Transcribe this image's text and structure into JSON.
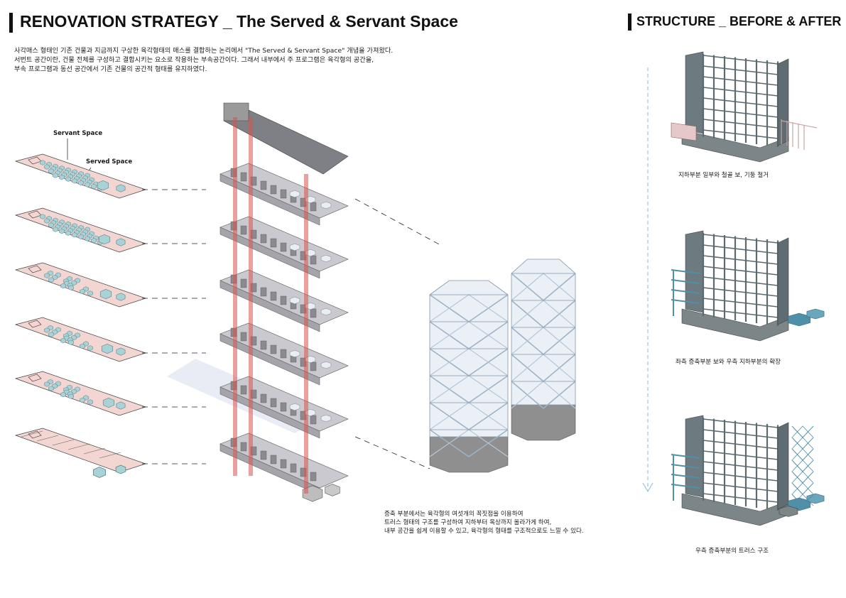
{
  "left_panel": {
    "title": "RENOVATION STRATEGY _ The Served & Servant Space",
    "intro_lines": [
      "사각매스 형태인 기존 건물과 지금까지 구상한 육각형태의 매스를 결합하는 논리에서 \"The Served & Servant Space\" 개념을 가져왔다.",
      "서번트 공간이란, 건물 전체를 구성하고 결합시키는 요소로 작용하는 부속공간이다. 그래서 내부에서 주 프로그램은 육각형의 공간을,",
      "부속 프로그램과 동선 공간에서 기존 건물의 공간적 형태를 유지하였다."
    ],
    "servant_label": "Servant Space",
    "served_label": "Served Space",
    "caption_lines": [
      "증축 부분에서는 육각형의 여섯개의 꼭짓점을 이용하여",
      "트러스 형태의 구조를 구성하여 지하부터 옥상까지 올라가게 하여,",
      "내부 공간을 쉽게 이용할 수 있고, 육각형의 형태를 구조적으로도 느낄 수 있다."
    ]
  },
  "right_panel": {
    "title": "STRUCTURE _ BEFORE & AFTER",
    "captions": [
      "지하부분 일부와 철골 보, 기둥 철거",
      "좌측 증축부분 보와 우측 지하부분의 확장",
      "우측 증축부분의 트러스 구조"
    ]
  },
  "colors": {
    "plan_fill": "#f3d6d2",
    "hex_fill": "#a9d2d6",
    "core_red": "#d9534f",
    "concrete": "#8f8f8f",
    "frame": "#5d6a70",
    "accent_blue": "#4f90a8",
    "arrow": "#a9cde0"
  }
}
